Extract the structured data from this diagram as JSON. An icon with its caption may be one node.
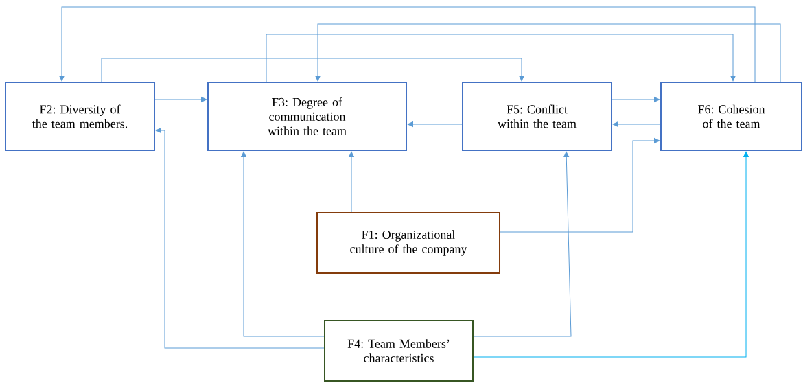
{
  "diagram": {
    "nodes": [
      {
        "text": [
          "F2: Diversity of the team members."
        ]
      },
      {
        "text": [
          "F3: Degree of communication within the team"
        ]
      },
      {
        "text": [
          "F5: Conflict within the team"
        ]
      },
      {
        "text": [
          "F6: Cohesion of the team"
        ]
      },
      {
        "text": [
          "F1: Organizational culture of the company"
        ]
      },
      {
        "text": [
          "F4: Team Members’ characteristics"
        ]
      }
    ],
    "edges": [
      {
        "from": 3,
        "to": 0,
        "arrow": "to"
      },
      {
        "from": 1,
        "to": 3,
        "arrow": "to"
      },
      {
        "from": 3,
        "to": 1,
        "arrow": "to"
      },
      {
        "from": 0,
        "to": 2,
        "arrow": "to"
      },
      {
        "from": 0,
        "to": 1,
        "arrow": "to"
      },
      {
        "from": 2,
        "to": 1,
        "arrow": "to"
      },
      {
        "from": 2,
        "to": 3,
        "arrow": "to"
      },
      {
        "from": 3,
        "to": 2,
        "arrow": "to"
      },
      {
        "from": 4,
        "to": 1,
        "arrow": "to"
      },
      {
        "from": 4,
        "to": 3,
        "arrow": "to"
      },
      {
        "from": 5,
        "to": 0,
        "arrow": "to"
      },
      {
        "from": 5,
        "to": 1,
        "arrow": "to"
      },
      {
        "from": 5,
        "to": 2,
        "arrow": "to"
      },
      {
        "from": 5,
        "to": 3,
        "arrow": "to",
        "color": "#00b0f0"
      }
    ]
  }
}
